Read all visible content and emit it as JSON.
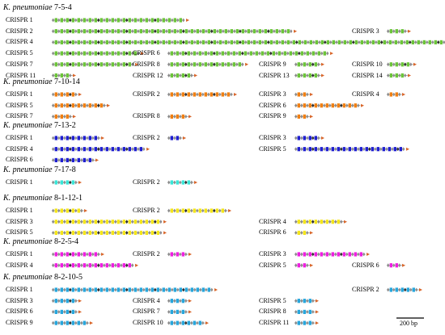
{
  "figure": {
    "scale_bar": {
      "label": "200 bp"
    },
    "colors": {
      "spacer_7_5_4": "#6cc43a",
      "spacer_7_10_14": "#f07f12",
      "spacer_7_13_2": "#1f1fd0",
      "spacer_7_17_8": "#38e6d8",
      "spacer_8_1_12_1": "#f4e51a",
      "spacer_8_2_5_4": "#ee1ee0",
      "spacer_8_2_10_5": "#27a6dc",
      "repeat": "#8c8c8c",
      "repeat_dark": "#2b2b2b",
      "leader": "#d9662a"
    },
    "strains": [
      {
        "species": "K. pneumoniae",
        "strain": "7-5-4",
        "color_key": "spacer_7_5_4",
        "arrays": [
          {
            "label": "CRISPR 1",
            "spacers": 23
          },
          {
            "label": "CRISPR 2",
            "spacers": 42
          },
          {
            "label": "CRISPR 3",
            "spacers": 3
          },
          {
            "label": "CRISPR 4",
            "spacers": 70
          },
          {
            "label": "CRISPR 5",
            "spacers": 15
          },
          {
            "label": "CRISPR 6",
            "spacers": 28
          },
          {
            "label": "CRISPR 7",
            "spacers": 14
          },
          {
            "label": "CRISPR 8",
            "spacers": 13
          },
          {
            "label": "CRISPR 9",
            "spacers": 4
          },
          {
            "label": "CRISPR 10",
            "spacers": 4
          },
          {
            "label": "CRISPR 11",
            "spacers": 3
          },
          {
            "label": "CRISPR 12",
            "spacers": 4
          },
          {
            "label": "CRISPR 13",
            "spacers": 4
          },
          {
            "label": "CRISPR 14",
            "spacers": 3
          }
        ]
      },
      {
        "species": "K. pneumoniae",
        "strain": "7-10-14",
        "color_key": "spacer_7_10_14",
        "arrays": [
          {
            "label": "CRISPR 1",
            "spacers": 4
          },
          {
            "label": "CRISPR 2",
            "spacers": 11
          },
          {
            "label": "CRISPR 3",
            "spacers": 2
          },
          {
            "label": "CRISPR 4",
            "spacers": 2
          },
          {
            "label": "CRISPR 5",
            "spacers": 9
          },
          {
            "label": "CRISPR 6",
            "spacers": 11
          },
          {
            "label": "CRISPR 7",
            "spacers": 3
          },
          {
            "label": "CRISPR 8",
            "spacers": 3
          },
          {
            "label": "CRISPR 9",
            "spacers": 2
          }
        ]
      },
      {
        "species": "K. pneumoniae",
        "strain": "7-13-2",
        "color_key": "spacer_7_13_2",
        "arrays": [
          {
            "label": "CRISPR 1",
            "spacers": 8
          },
          {
            "label": "CRISPR 2",
            "spacers": 2
          },
          {
            "label": "CRISPR 3",
            "spacers": 4
          },
          {
            "label": "CRISPR 4",
            "spacers": 16
          },
          {
            "label": "CRISPR 5",
            "spacers": 19
          },
          {
            "label": "CRISPR 6",
            "spacers": 7
          }
        ]
      },
      {
        "species": "K. pneumoniae",
        "strain": "7-17-8",
        "color_key": "spacer_7_17_8",
        "arrays": [
          {
            "label": "CRISPR 1",
            "spacers": 4
          },
          {
            "label": "CRISPR 2",
            "spacers": 4
          }
        ]
      },
      {
        "species": "K. pneumoniae",
        "strain": "8-1-12-1",
        "color_key": "spacer_8_1_12_1",
        "arrays": [
          {
            "label": "CRISPR 1",
            "spacers": 5
          },
          {
            "label": "CRISPR 2",
            "spacers": 10
          },
          {
            "label": "CRISPR 3",
            "spacers": 19
          },
          {
            "label": "CRISPR 4",
            "spacers": 8
          },
          {
            "label": "CRISPR 5",
            "spacers": 19
          },
          {
            "label": "CRISPR 6",
            "spacers": 2
          }
        ]
      },
      {
        "species": "K. pneumoniae",
        "strain": "8-2-5-4",
        "color_key": "spacer_8_2_5_4",
        "arrays": [
          {
            "label": "CRISPR 1",
            "spacers": 8
          },
          {
            "label": "CRISPR 2",
            "spacers": 3
          },
          {
            "label": "CRISPR 3",
            "spacers": 12
          },
          {
            "label": "CRISPR 4",
            "spacers": 14
          },
          {
            "label": "CRISPR 5",
            "spacers": 2
          },
          {
            "label": "CRISPR 6",
            "spacers": 2
          }
        ]
      },
      {
        "species": "K. pneumoniae",
        "strain": "8-2-10-5",
        "color_key": "spacer_8_2_10_5",
        "arrays": [
          {
            "label": "CRISPR 1",
            "spacers": 28
          },
          {
            "label": "CRISPR 2",
            "spacers": 5
          },
          {
            "label": "CRISPR 3",
            "spacers": 4
          },
          {
            "label": "CRISPR 4",
            "spacers": 3
          },
          {
            "label": "CRISPR 5",
            "spacers": 3
          },
          {
            "label": "CRISPR 6",
            "spacers": 4
          },
          {
            "label": "CRISPR 7",
            "spacers": 3
          },
          {
            "label": "CRISPR 8",
            "spacers": 3
          },
          {
            "label": "CRISPR 9",
            "spacers": 6
          },
          {
            "label": "CRISPR 10",
            "spacers": 6
          },
          {
            "label": "CRISPR 11",
            "spacers": 3
          }
        ]
      }
    ]
  }
}
